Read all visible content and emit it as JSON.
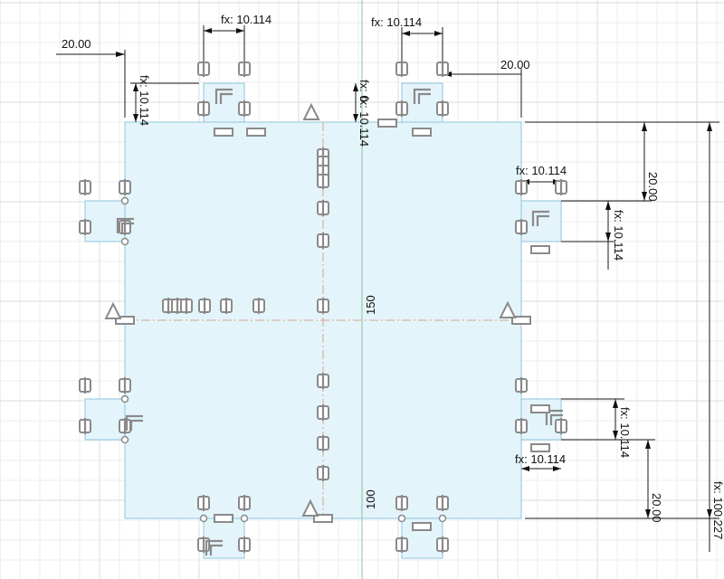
{
  "sketch": {
    "dimensions": {
      "top_left_offset": "20.00",
      "top_right_offset": "20.00",
      "top_left_fx": "fx: 10.114",
      "top_right_fx": "fx: 10.114",
      "left_vertical_fx": "fx: 10.114",
      "center_vertical_fx": "fx: 10.114",
      "center_vertical_extra": "fx: 0",
      "right_upper_fx": "fx: 10.114",
      "right_upper_vertical_fx": "fx: 10.114",
      "right_upper_offset": "20.00",
      "right_lower_fx": "fx: 10.114",
      "right_lower_vertical_fx": "fx: 10.114",
      "right_lower_offset": "20.00",
      "height_total": "fx: 100.227",
      "inner_width": "150",
      "inner_height": "100"
    }
  }
}
